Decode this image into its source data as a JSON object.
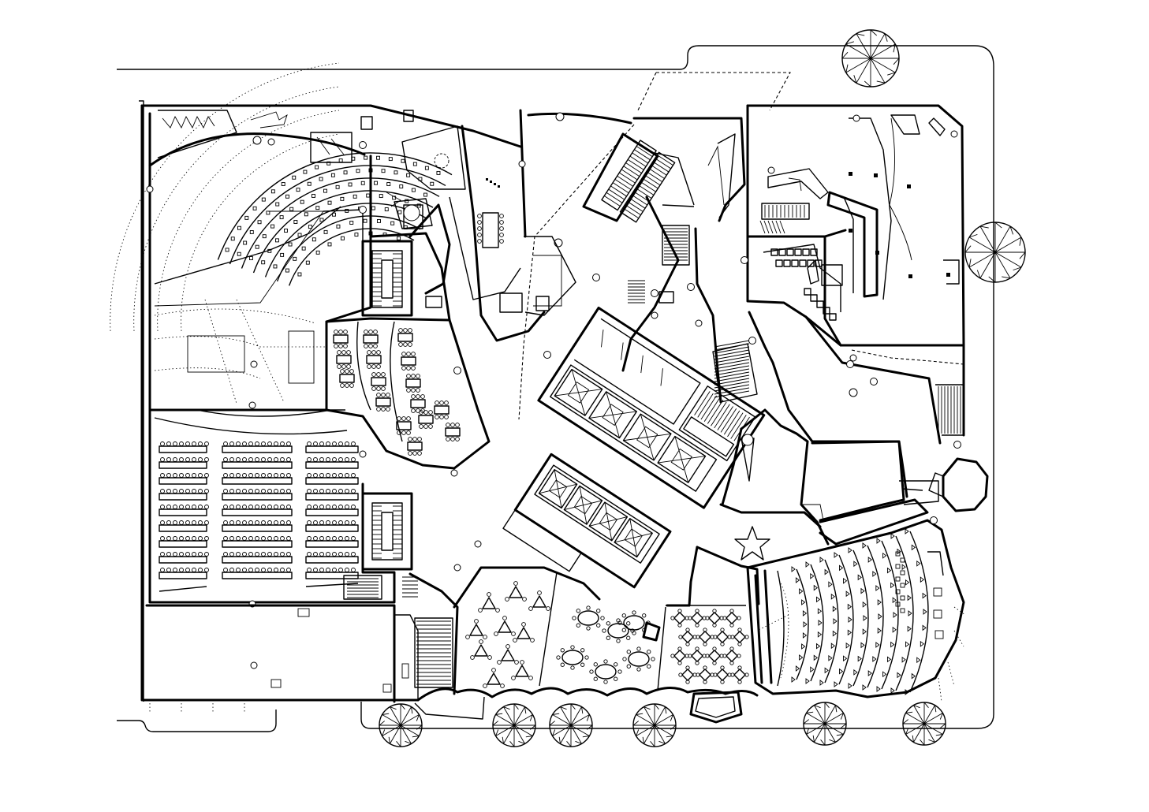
{
  "colors": {
    "background": "#ffffff",
    "line": "#000000"
  },
  "icons": [
    "tree-icon",
    "star-icon",
    "stair-icon",
    "column-icon"
  ],
  "seating_rows": {
    "north_auditorium": 7,
    "west_auditorium": 9,
    "east_auditorium": 9
  }
}
